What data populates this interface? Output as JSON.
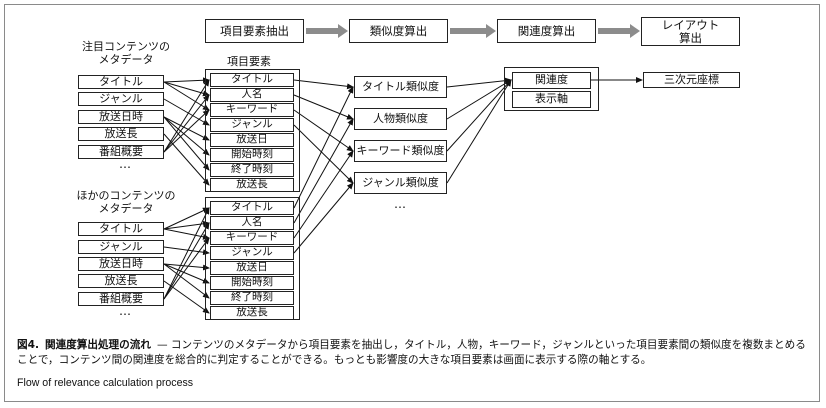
{
  "stages": [
    "項目要素抽出",
    "類似度算出",
    "関連度算出",
    "レイアウト算出"
  ],
  "group_labels": {
    "target": [
      "注目コンテンツの",
      "メタデータ"
    ],
    "other": [
      "ほかのコンテンツの",
      "メタデータ"
    ]
  },
  "elements_header": "項目要素",
  "metadata_items": [
    "タイトル",
    "ジャンル",
    "放送日時",
    "放送長",
    "番組概要"
  ],
  "element_items": [
    "タイトル",
    "人名",
    "キーワード",
    "ジャンル",
    "放送日",
    "開始時刻",
    "終了時刻",
    "放送長"
  ],
  "similarities": [
    "タイトル類似度",
    "人物類似度",
    "キーワード類似度",
    "ジャンル類似度"
  ],
  "relevance": {
    "degree": "関連度",
    "axis": "表示軸"
  },
  "output": "三次元座標",
  "ellipsis": "…",
  "caption": {
    "figure_label": "図4.",
    "title": "関連度算出処理の流れ",
    "dash": "—",
    "body": "コンテンツのメタデータから項目要素を抽出し，タイトル，人物，キーワード，ジャンルといった項目要素間の類似度を複数まとめることで，コンテンツ間の関連度を総合的に判定することができる。もっとも影響度の大きな項目要素は画面に表示する際の軸とする。",
    "english": "Flow of relevance calculation process"
  }
}
